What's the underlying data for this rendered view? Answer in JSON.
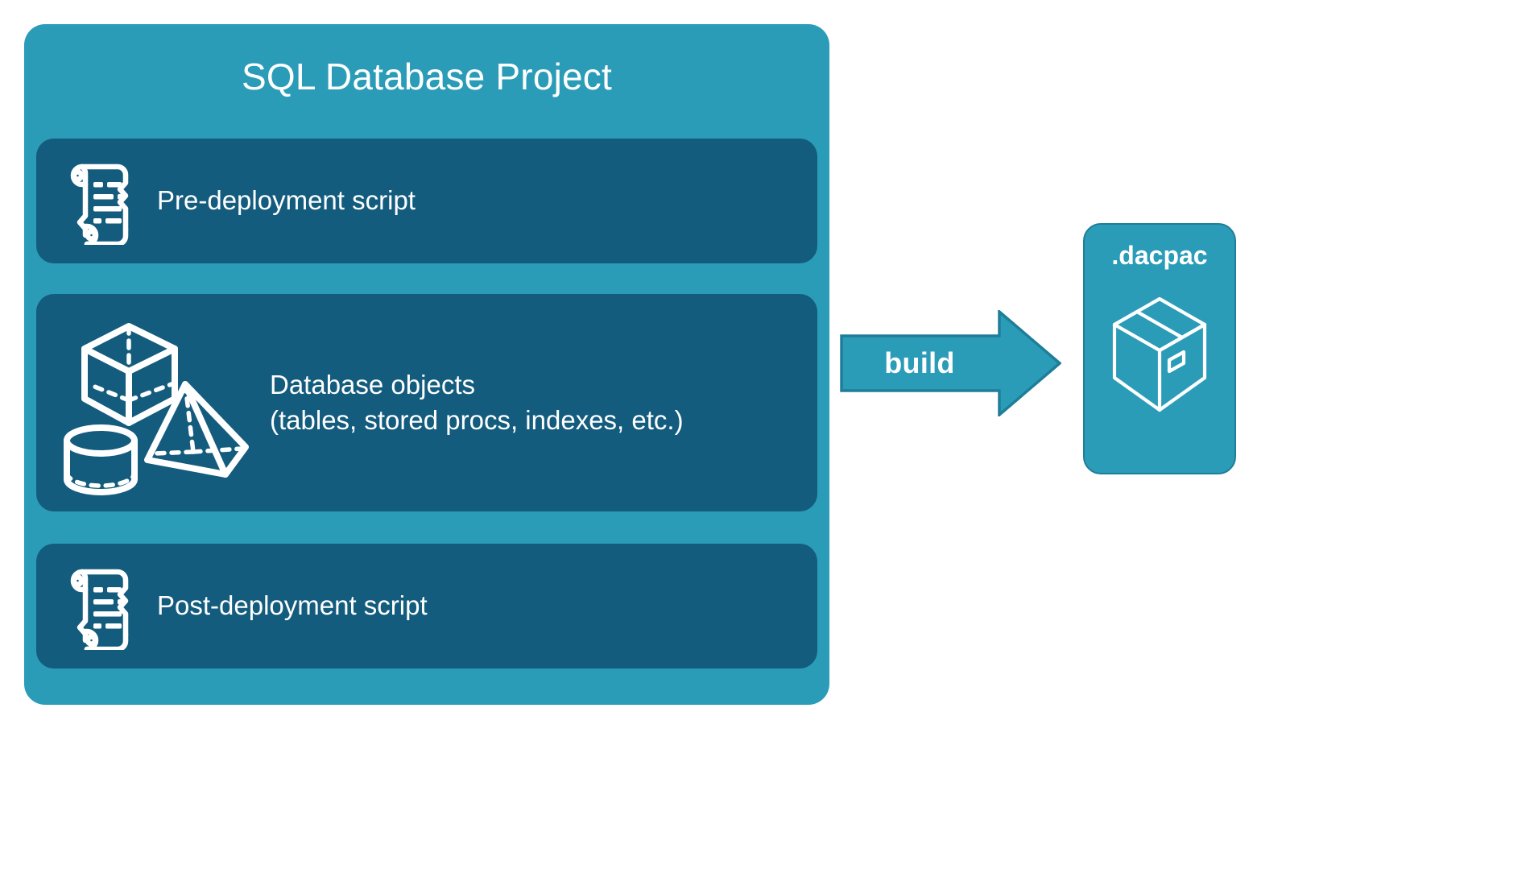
{
  "diagram": {
    "title": "SQL Database Project build to dacpac",
    "background_color": "#FFFFFF",
    "accent_color": "#2B9CB8",
    "panel_color": "#145C7E",
    "stroke_color": "#1E7E99",
    "text_color": "#FFFFFF"
  },
  "project": {
    "title": "SQL Database Project",
    "panels": [
      {
        "id": "pre-deployment",
        "label": "Pre-deployment script",
        "icon": "scroll-icon"
      },
      {
        "id": "database-objects",
        "label": "Database objects\n(tables, stored procs, indexes, etc.)",
        "line1": "Database objects",
        "line2": "(tables, stored procs, indexes, etc.)",
        "icon": "shapes-icon"
      },
      {
        "id": "post-deployment",
        "label": "Post-deployment script",
        "icon": "scroll-icon"
      }
    ]
  },
  "arrow": {
    "label": "build",
    "direction": "right",
    "fill": "#2B9CB8",
    "stroke": "#1E7E99"
  },
  "output": {
    "title": ".dacpac",
    "icon": "package-box-icon"
  },
  "icons": {
    "scroll": "scroll-icon",
    "cube": "cube-3d-icon",
    "pyramid": "pyramid-3d-icon",
    "cylinder": "cylinder-3d-icon",
    "package": "package-box-icon",
    "arrow": "arrow-right-icon"
  }
}
